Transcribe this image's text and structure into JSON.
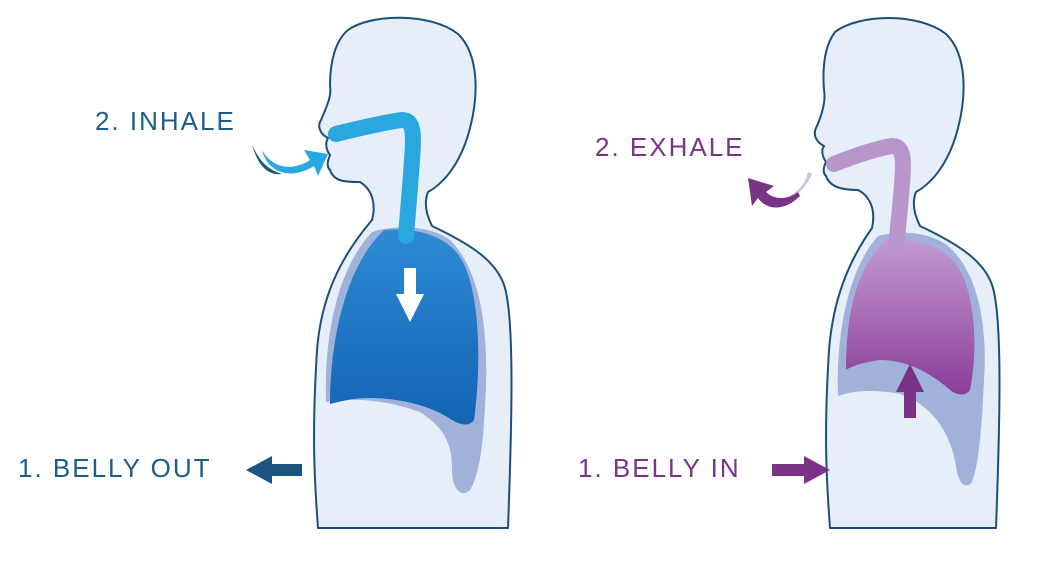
{
  "colors": {
    "body_fill": "#e6eefa",
    "body_outline": "#1c4f7d",
    "inhale_text": "#1d5d8a",
    "inhale_airway": "#29a7de",
    "inhale_lung_top": "#2f8ad4",
    "inhale_lung_bottom": "#1264b4",
    "inhale_arrow_dark": "#1b557f",
    "exhale_text": "#7a3387",
    "exhale_airway": "#b896cc",
    "exhale_lung_top": "#c39ad2",
    "exhale_lung_bottom": "#8a3d98",
    "exhale_arrow_dark": "#7a3387",
    "diaphragm": "#93a6d3",
    "white": "#ffffff"
  },
  "left_panel": {
    "step_label": "2. INHALE",
    "belly_label": "1. BELLY OUT",
    "lung_arrow_icon": "arrow-down-icon",
    "belly_arrow_icon": "arrow-left-icon",
    "air_arrow_icon": "curved-arrow-into-mouth-icon"
  },
  "right_panel": {
    "step_label": "2. EXHALE",
    "belly_label": "1. BELLY IN",
    "lung_arrow_icon": "arrow-up-icon",
    "belly_arrow_icon": "arrow-right-icon",
    "air_arrow_icon": "curved-arrow-out-of-mouth-icon"
  }
}
